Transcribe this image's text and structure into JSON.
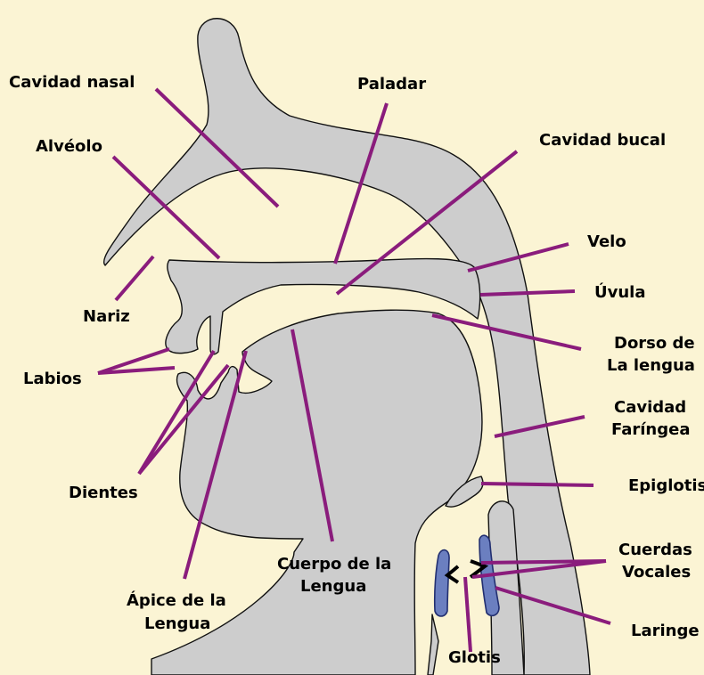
{
  "colors": {
    "background": "#fbf4d4",
    "tissue": "#cdcdcd",
    "outline": "#111111",
    "leader_line": "#8a1c7c",
    "vocal_cords": "#6b7fc0"
  },
  "labels": {
    "cavidad_nasal": "Cavidad nasal",
    "paladar": "Paladar",
    "alveolo": "Alvéolo",
    "cavidad_bucal": "Cavidad bucal",
    "velo": "Velo",
    "uvula": "Úvula",
    "nariz": "Nariz",
    "dorso": [
      "Dorso de",
      "La lengua"
    ],
    "labios": "Labios",
    "cavidad_faringea": [
      "Cavidad",
      "Faríngea"
    ],
    "dientes": "Dientes",
    "epiglotis": "Epiglotis",
    "cuerdas_vocales": [
      "Cuerdas",
      "Vocales"
    ],
    "cuerpo_lengua": [
      "Cuerpo de la",
      "Lengua"
    ],
    "apice_lengua": [
      "Ápice de la",
      "Lengua"
    ],
    "laringe": "Laringe",
    "glotis": "Glotis"
  }
}
